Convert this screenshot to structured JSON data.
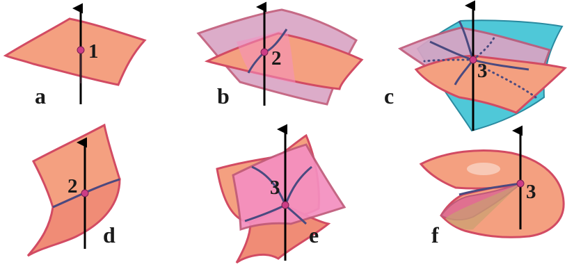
{
  "panels": [
    {
      "letter": "a",
      "number": "1"
    },
    {
      "letter": "b",
      "number": "2"
    },
    {
      "letter": "c",
      "number": "3"
    },
    {
      "letter": "d",
      "number": "2"
    },
    {
      "letter": "e",
      "number": "3"
    },
    {
      "letter": "f",
      "number": "3"
    }
  ],
  "colors": {
    "sheet_orange": "#f4a080",
    "sheet_pink": "#f48fc0",
    "sheet_mauve": "#d9a4c4",
    "sheet_cyan": "#4fc8d8",
    "edge_red": "#d24b63",
    "fold_line": "#4a4a80",
    "point": "#cc3d86",
    "axis": "#000000"
  }
}
